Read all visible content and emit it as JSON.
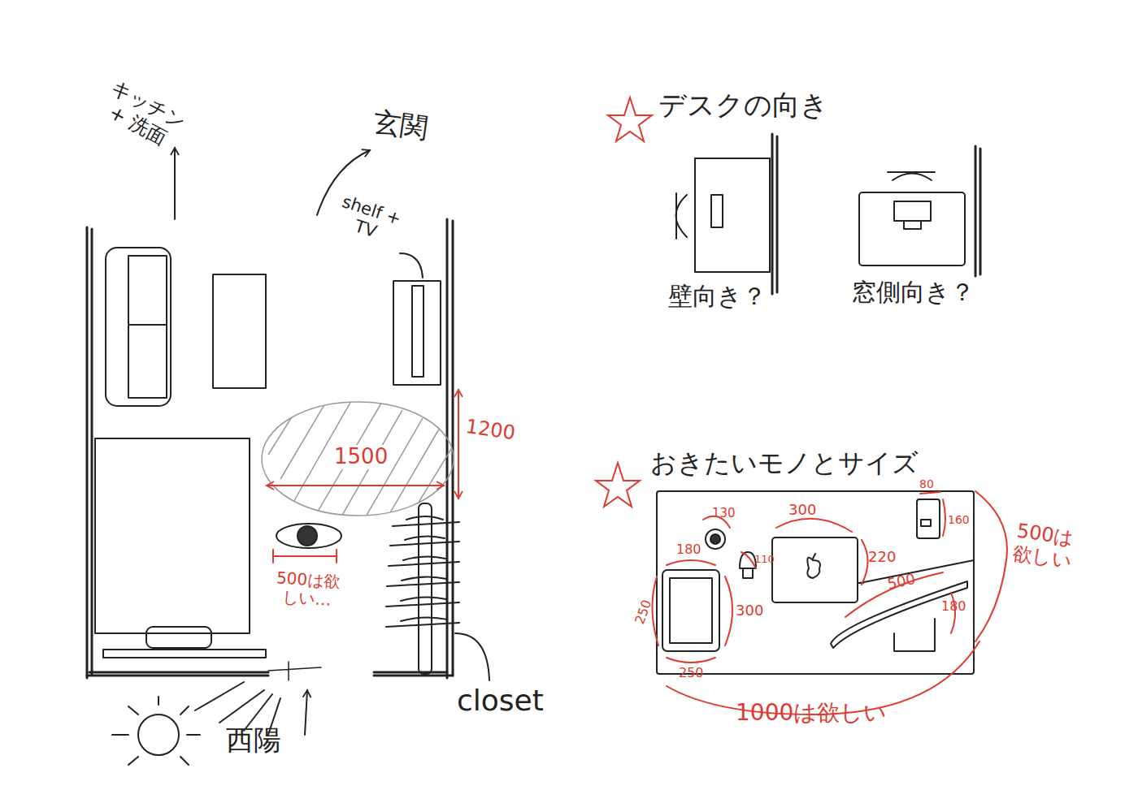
{
  "diagram": {
    "labels": [
      "キッチン + 洗面",
      "玄関",
      "shelf + TV",
      "1200",
      "1500",
      "500は欲しい…",
      "closet",
      "西陽",
      "デスクの向き",
      "壁向き？",
      "窓側向き？",
      "おきたいモノとサイズ",
      "130",
      "300",
      "80",
      "160",
      "110",
      "220",
      "180",
      "250",
      "300",
      "250",
      "500",
      "180",
      "500は欲しい",
      "1000は欲しい"
    ]
  }
}
